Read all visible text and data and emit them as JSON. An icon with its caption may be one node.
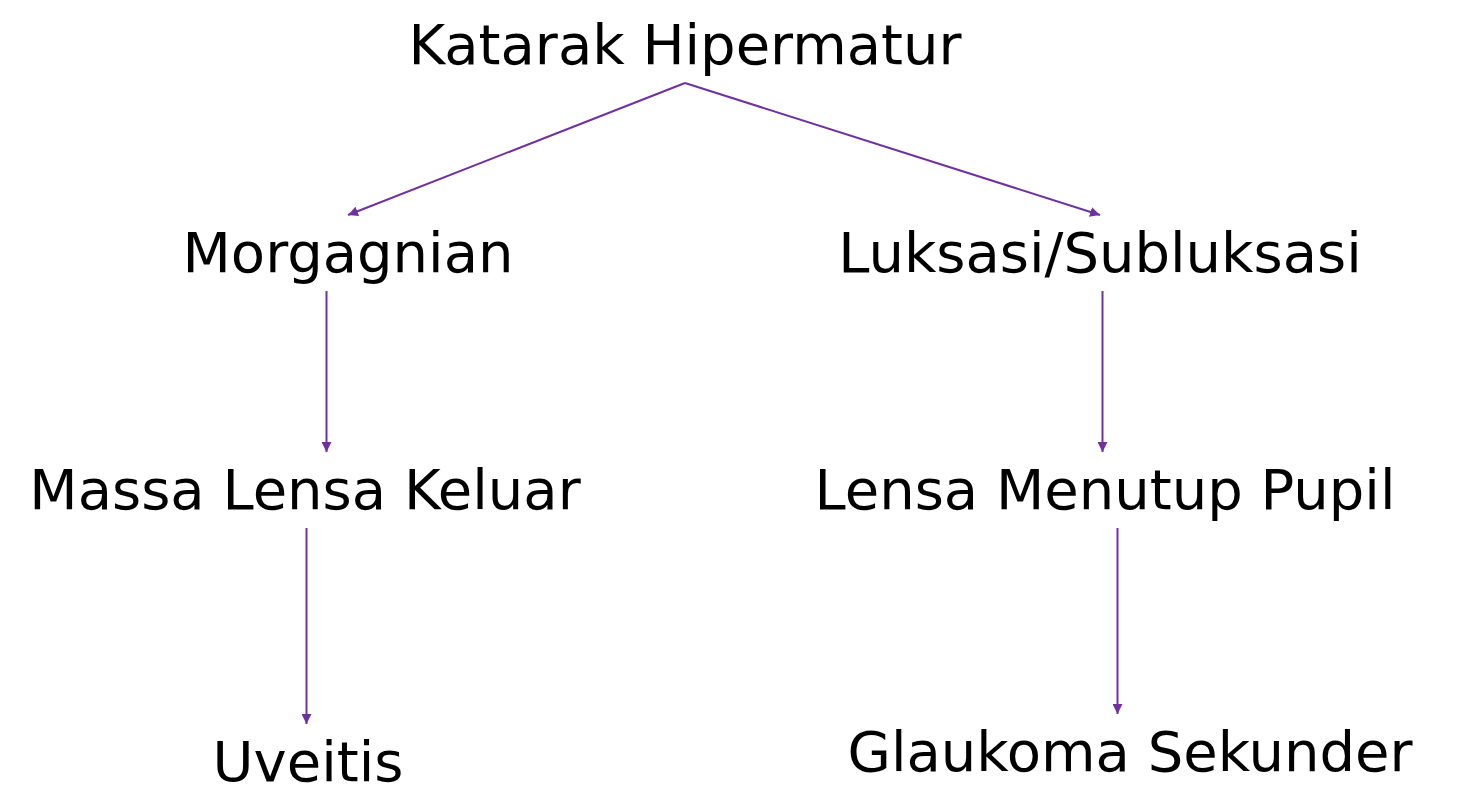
{
  "diagram": {
    "nodes": [
      {
        "text": [
          "Katarak Hipermatur"
        ]
      },
      {
        "text": [
          "Morgagnian"
        ]
      },
      {
        "text": [
          "Luksasi/Subluksasi"
        ]
      },
      {
        "text": [
          "Massa Lensa Keluar"
        ]
      },
      {
        "text": [
          "Lensa Menutup Pupil"
        ]
      },
      {
        "text": [
          "Uveitis"
        ]
      },
      {
        "text": [
          "Glaukoma Sekunder"
        ]
      }
    ],
    "edges": [
      {
        "from": 0,
        "to": 1,
        "arrow": "to"
      },
      {
        "from": 0,
        "to": 2,
        "arrow": "to"
      },
      {
        "from": 1,
        "to": 3,
        "arrow": "to"
      },
      {
        "from": 3,
        "to": 5,
        "arrow": "to"
      },
      {
        "from": 2,
        "to": 4,
        "arrow": "to"
      },
      {
        "from": 4,
        "to": 6,
        "arrow": "to"
      }
    ]
  }
}
